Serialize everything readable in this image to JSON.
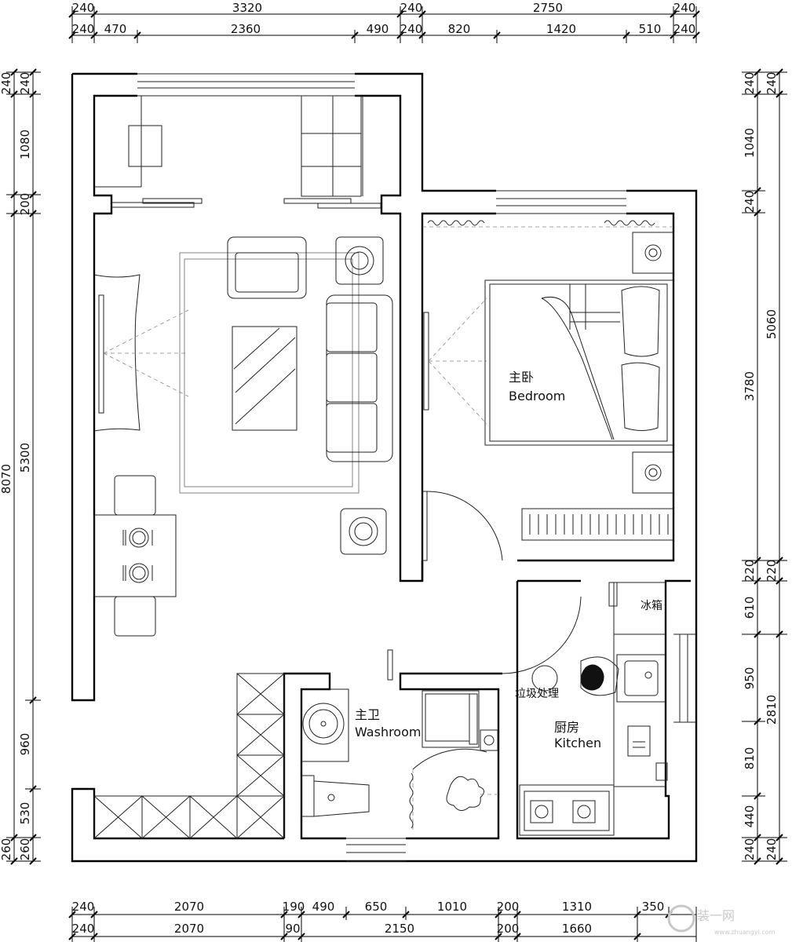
{
  "dimensions": {
    "top_outer": [
      "240",
      "3320",
      "240",
      "2750",
      "240"
    ],
    "top_inner": [
      "240",
      "470",
      "2360",
      "490",
      "240",
      "820",
      "1420",
      "510",
      "240"
    ],
    "bottom_inner": [
      "240",
      "2070",
      "190",
      "490",
      "650",
      "1010",
      "200",
      "1310",
      "350"
    ],
    "bottom_outer": [
      "240",
      "2070",
      "90",
      "2150",
      "200",
      "1660"
    ],
    "left_inner": [
      "240",
      "240",
      "1080",
      "200",
      "5300",
      "960",
      "530",
      "260",
      "260"
    ],
    "left_outer": [
      "8070"
    ],
    "right_inner": [
      "240",
      "240",
      "1040",
      "240",
      "3780",
      "220",
      "220",
      "610",
      "950",
      "810",
      "440",
      "240",
      "240"
    ],
    "right_outer": [
      "5060",
      "2810"
    ]
  },
  "rooms": {
    "bedroom_cn": "主卧",
    "bedroom_en": "Bedroom",
    "bathroom_cn": "主卫",
    "bathroom_en": "Washroom",
    "kitchen_cn": "厨房",
    "kitchen_en": "Kitchen",
    "fridge": "冰箱",
    "trash": "垃圾处理"
  },
  "watermark": {
    "text": "装一网",
    "url": "www.zhuangyi.com"
  }
}
